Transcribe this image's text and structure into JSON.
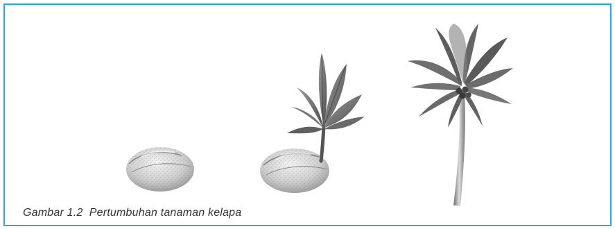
{
  "figure": {
    "caption": "Gambar 1.2  Pertumbuhan tanaman kelapa",
    "frame_color": "#26a9e0",
    "stages": [
      {
        "name": "coconut-seed"
      },
      {
        "name": "coconut-sprout"
      },
      {
        "name": "coconut-palm-tree"
      }
    ]
  }
}
